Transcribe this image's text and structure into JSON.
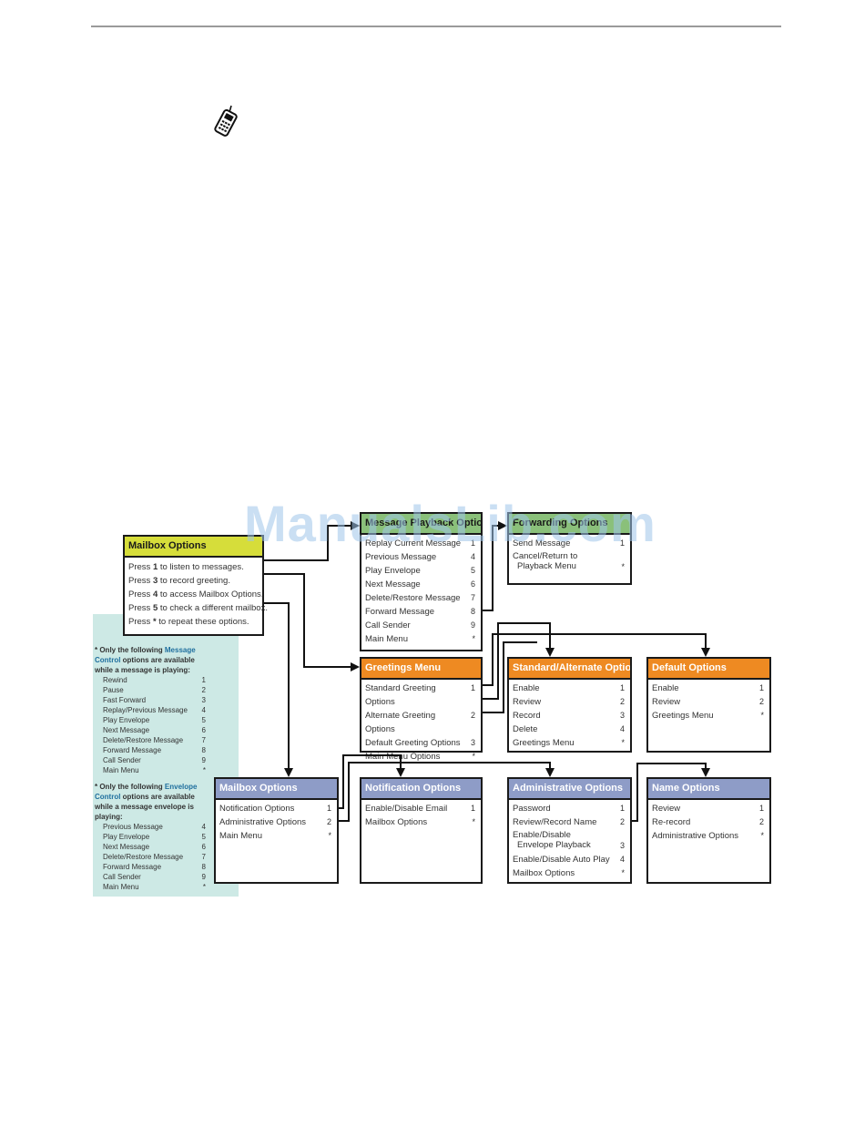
{
  "mailbox_options_main": {
    "title": "Mailbox Options",
    "lines": [
      {
        "pre": "Press ",
        "key": "1",
        "post": " to listen to messages."
      },
      {
        "pre": "Press ",
        "key": "3",
        "post": " to record greeting."
      },
      {
        "pre": "Press ",
        "key": "4",
        "post": " to access Mailbox Options."
      },
      {
        "pre": "Press ",
        "key": "5",
        "post": " to check a different mailbox."
      },
      {
        "pre": "Press ",
        "key": "*",
        "post": " to repeat these options."
      }
    ]
  },
  "message_playback": {
    "title": "Message Playback Options",
    "items": [
      {
        "label": "Replay Current Message",
        "key": "1"
      },
      {
        "label": "Previous Message",
        "key": "4"
      },
      {
        "label": "Play Envelope",
        "key": "5"
      },
      {
        "label": "Next Message",
        "key": "6"
      },
      {
        "label": "Delete/Restore Message",
        "key": "7"
      },
      {
        "label": "Forward Message",
        "key": "8"
      },
      {
        "label": "Call Sender",
        "key": "9"
      },
      {
        "label": "Main Menu",
        "key": "*"
      }
    ]
  },
  "forwarding_options": {
    "title": "Forwarding Options",
    "items": [
      {
        "label": "Send Message",
        "key": "1"
      },
      {
        "label": "Cancel/Return to",
        "label2": "Playback Menu",
        "key": "*"
      }
    ]
  },
  "greetings_menu": {
    "title": "Greetings Menu",
    "items": [
      {
        "label": "Standard Greeting Options",
        "key": "1"
      },
      {
        "label": "Alternate Greeting Options",
        "key": "2"
      },
      {
        "label": "Default Greeting Options",
        "key": "3"
      },
      {
        "label": "Main Menu Options",
        "key": "*"
      }
    ]
  },
  "standard_alternate": {
    "title": "Standard/Alternate Options",
    "items": [
      {
        "label": "Enable",
        "key": "1"
      },
      {
        "label": "Review",
        "key": "2"
      },
      {
        "label": "Record",
        "key": "3"
      },
      {
        "label": "Delete",
        "key": "4"
      },
      {
        "label": "Greetings Menu",
        "key": "*"
      }
    ]
  },
  "default_options": {
    "title": "Default Options",
    "items": [
      {
        "label": "Enable",
        "key": "1"
      },
      {
        "label": "Review",
        "key": "2"
      },
      {
        "label": "Greetings Menu",
        "key": "*"
      }
    ]
  },
  "mailbox_options_sub": {
    "title": "Mailbox Options",
    "items": [
      {
        "label": "Notification Options",
        "key": "1"
      },
      {
        "label": "Administrative Options",
        "key": "2"
      },
      {
        "label": "Main Menu",
        "key": "*"
      }
    ]
  },
  "notification_options": {
    "title": "Notification Options",
    "items": [
      {
        "label": "Enable/Disable Email",
        "key": "1"
      },
      {
        "label": "Mailbox Options",
        "key": "*"
      }
    ]
  },
  "administrative_options": {
    "title": "Administrative Options",
    "items": [
      {
        "label": "Password",
        "key": "1"
      },
      {
        "label": "Review/Record Name",
        "key": "2"
      },
      {
        "label": "Enable/Disable",
        "label2": "Envelope Playback",
        "key": "3"
      },
      {
        "label": "Enable/Disable Auto Play",
        "key": "4"
      },
      {
        "label": "Mailbox Options",
        "key": "*"
      }
    ]
  },
  "name_options": {
    "title": "Name Options",
    "items": [
      {
        "label": "Review",
        "key": "1"
      },
      {
        "label": "Re-record",
        "key": "2"
      },
      {
        "label": "Administrative Options",
        "key": "*"
      }
    ]
  },
  "note_message_control": {
    "intro1": "* Only the following ",
    "accent": "Message Control",
    "intro2": " options are available while a message is playing:",
    "items": [
      {
        "label": "Rewind",
        "key": "1"
      },
      {
        "label": "Pause",
        "key": "2"
      },
      {
        "label": "Fast Forward",
        "key": "3"
      },
      {
        "label": "Replay/Previous Message",
        "key": "4"
      },
      {
        "label": "Play Envelope",
        "key": "5"
      },
      {
        "label": "Next Message",
        "key": "6"
      },
      {
        "label": "Delete/Restore Message",
        "key": "7"
      },
      {
        "label": "Forward Message",
        "key": "8"
      },
      {
        "label": "Call Sender",
        "key": "9"
      },
      {
        "label": "Main Menu",
        "key": "*"
      }
    ]
  },
  "note_envelope_control": {
    "intro1": "* Only the following ",
    "accent": "Envelope Control",
    "intro2": " options are available while a message envelope is playing:",
    "items": [
      {
        "label": "Previous Message",
        "key": "4"
      },
      {
        "label": "Play Envelope",
        "key": "5"
      },
      {
        "label": "Next Message",
        "key": "6"
      },
      {
        "label": "Delete/Restore Message",
        "key": "7"
      },
      {
        "label": "Forward Message",
        "key": "8"
      },
      {
        "label": "Call Sender",
        "key": "9"
      },
      {
        "label": "Main Menu",
        "key": "*"
      }
    ]
  },
  "watermark": "ManualsLib.com",
  "icons": {
    "phone": "mobile-phone-icon"
  },
  "colors": {
    "yellow_header": "#d6dd3a",
    "green_header": "#8ac07a",
    "orange_header": "#ee8a22",
    "blue_header": "#8e9cc7",
    "note_background": "#cde9e5"
  }
}
